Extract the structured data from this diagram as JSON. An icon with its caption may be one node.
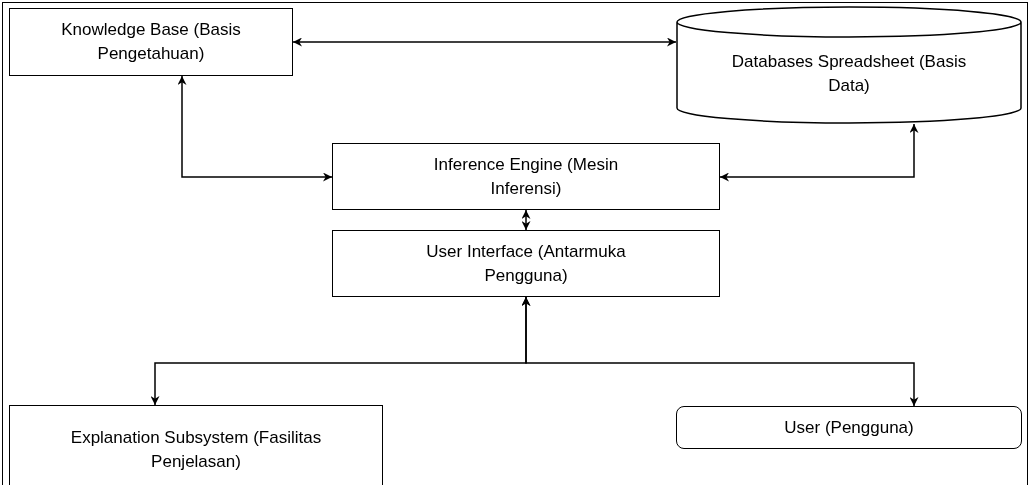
{
  "diagram": {
    "nodes": [
      {
        "text": [
          "Knowledge Base (Basis Pengetahuan)"
        ]
      },
      {
        "text": [
          "Databases Spreadsheet (Basis Data)"
        ]
      },
      {
        "text": [
          "Inference Engine (Mesin Inferensi)"
        ]
      },
      {
        "text": [
          "User Interface (Antarmuka Pengguna)"
        ]
      },
      {
        "text": [
          "Explanation Subsystem (Fasilitas Penjelasan)"
        ]
      },
      {
        "text": [
          "User (Pengguna)"
        ]
      }
    ],
    "edges": [
      {
        "from": 0,
        "to": 1,
        "arrow": "both"
      },
      {
        "from": 0,
        "to": 2,
        "arrow": "both"
      },
      {
        "from": 1,
        "to": 2,
        "arrow": "both"
      },
      {
        "from": 2,
        "to": 3,
        "arrow": "both"
      },
      {
        "from": 3,
        "to": 4,
        "arrow": "both"
      },
      {
        "from": 3,
        "to": 5,
        "arrow": "both"
      }
    ]
  }
}
